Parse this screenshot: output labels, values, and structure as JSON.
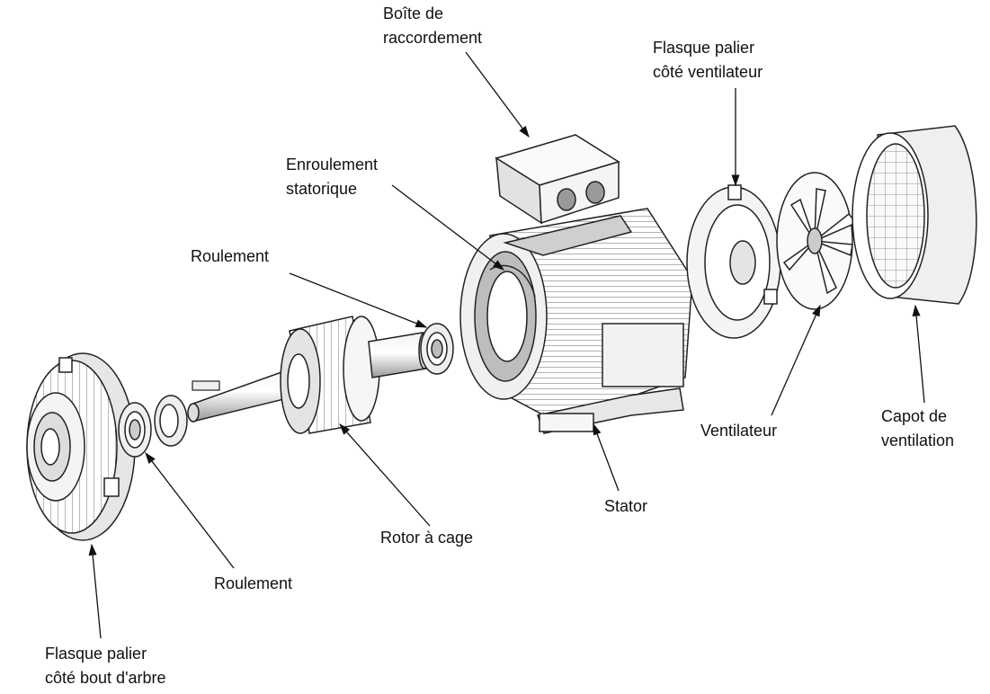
{
  "title": "Moteur asynchrone – vue éclatée",
  "labels": {
    "boite": [
      "Boîte de",
      "raccordement"
    ],
    "flasque_ventilateur": [
      "Flasque palier",
      "côté ventilateur"
    ],
    "enroulement": [
      "Enroulement",
      "statorique"
    ],
    "roulement_haut": [
      "Roulement"
    ],
    "ventilateur": [
      "Ventilateur"
    ],
    "capot": [
      "Capot de",
      "ventilation"
    ],
    "stator": [
      "Stator"
    ],
    "rotor": [
      "Rotor à cage"
    ],
    "roulement_bas": [
      "Roulement"
    ],
    "flasque_arbre": [
      "Flasque palier",
      "côté bout d'arbre"
    ]
  }
}
